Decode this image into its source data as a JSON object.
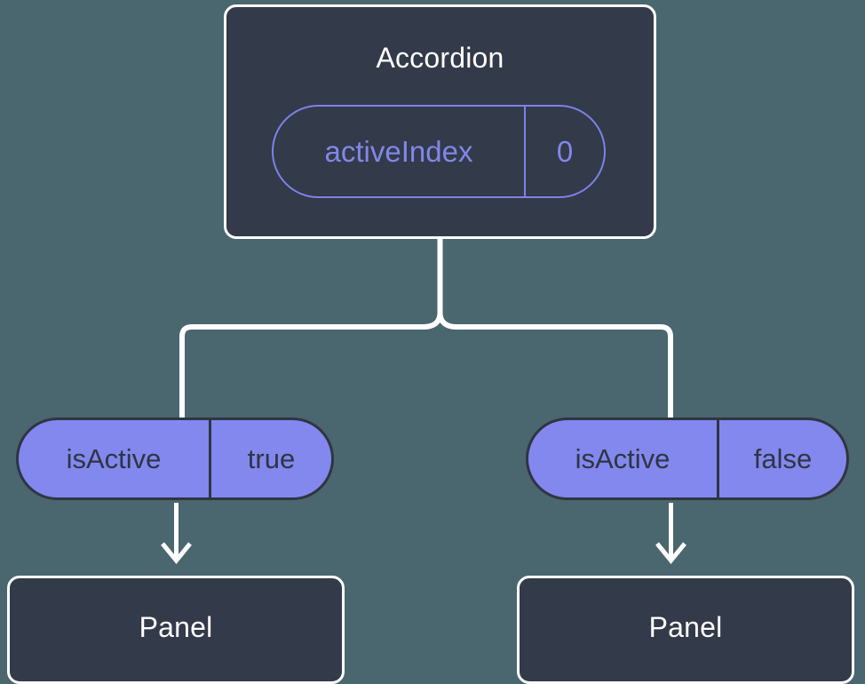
{
  "diagram": {
    "background_color": "#4a666f",
    "node_fill_color": "#333a49",
    "node_border_color": "#ffffff",
    "accent_color": "#8288ee",
    "accent_outline_color": "#7d82e8",
    "pill_text_color": "#2f3542"
  },
  "root": {
    "title": "Accordion",
    "state": {
      "key": "activeIndex",
      "value": "0"
    }
  },
  "branches": [
    {
      "prop": {
        "key": "isActive",
        "value": "true"
      },
      "child": {
        "title": "Panel"
      }
    },
    {
      "prop": {
        "key": "isActive",
        "value": "false"
      },
      "child": {
        "title": "Panel"
      }
    }
  ]
}
